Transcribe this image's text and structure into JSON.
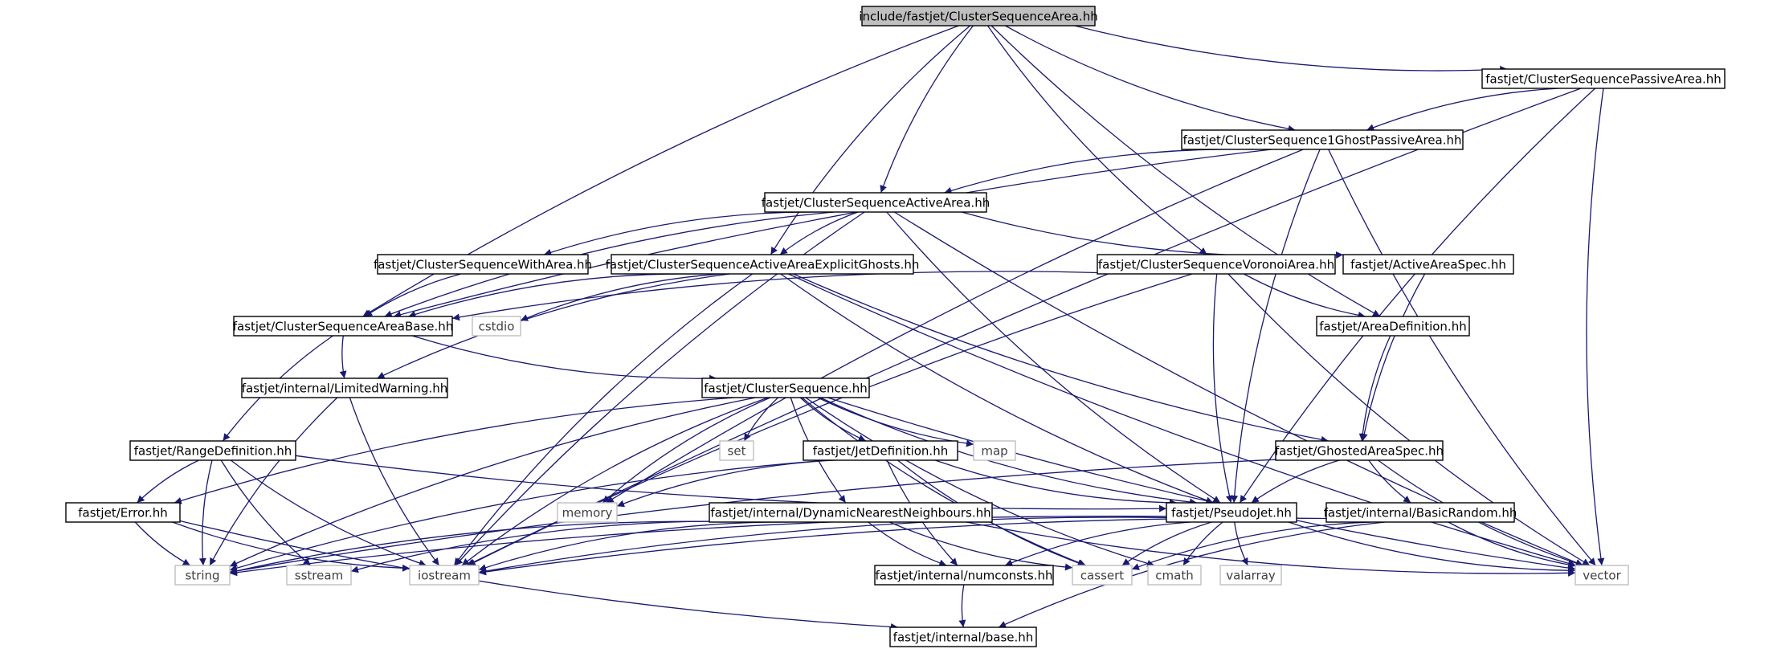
{
  "graph": {
    "colors": {
      "edge": "#191970",
      "root_fill": "#bfbfbf",
      "header_stroke": "#000000",
      "system_stroke": "#bfbfbf",
      "system_text": "#404040",
      "text": "#000000"
    },
    "nodes": [
      {
        "id": "csa",
        "label": "include/fastjet/ClusterSequenceArea.hh",
        "kind": "root"
      },
      {
        "id": "cspassive",
        "label": "fastjet/ClusterSequencePassiveArea.hh",
        "kind": "header"
      },
      {
        "id": "cs1ghost",
        "label": "fastjet/ClusterSequence1GhostPassiveArea.hh",
        "kind": "header"
      },
      {
        "id": "csactive",
        "label": "fastjet/ClusterSequenceActiveArea.hh",
        "kind": "header"
      },
      {
        "id": "cswitharea",
        "label": "fastjet/ClusterSequenceWithArea.hh",
        "kind": "header"
      },
      {
        "id": "csexplicit",
        "label": "fastjet/ClusterSequenceActiveAreaExplicitGhosts.hh",
        "kind": "header"
      },
      {
        "id": "csvoronoi",
        "label": "fastjet/ClusterSequenceVoronoiArea.hh",
        "kind": "header"
      },
      {
        "id": "activespec",
        "label": "fastjet/ActiveAreaSpec.hh",
        "kind": "header"
      },
      {
        "id": "csareabase",
        "label": "fastjet/ClusterSequenceAreaBase.hh",
        "kind": "header"
      },
      {
        "id": "cstdio",
        "label": "cstdio",
        "kind": "system"
      },
      {
        "id": "areadef",
        "label": "fastjet/AreaDefinition.hh",
        "kind": "header"
      },
      {
        "id": "limitedwarning",
        "label": "fastjet/internal/LimitedWarning.hh",
        "kind": "header"
      },
      {
        "id": "cs",
        "label": "fastjet/ClusterSequence.hh",
        "kind": "header"
      },
      {
        "id": "rangedef",
        "label": "fastjet/RangeDefinition.hh",
        "kind": "header"
      },
      {
        "id": "set",
        "label": "set",
        "kind": "system"
      },
      {
        "id": "jetdef",
        "label": "fastjet/JetDefinition.hh",
        "kind": "header"
      },
      {
        "id": "map",
        "label": "map",
        "kind": "system"
      },
      {
        "id": "ghostedspec",
        "label": "fastjet/GhostedAreaSpec.hh",
        "kind": "header"
      },
      {
        "id": "error",
        "label": "fastjet/Error.hh",
        "kind": "header"
      },
      {
        "id": "memory",
        "label": "memory",
        "kind": "system"
      },
      {
        "id": "dnn",
        "label": "fastjet/internal/DynamicNearestNeighbours.hh",
        "kind": "header"
      },
      {
        "id": "pseudojet",
        "label": "fastjet/PseudoJet.hh",
        "kind": "header"
      },
      {
        "id": "basicrandom",
        "label": "fastjet/internal/BasicRandom.hh",
        "kind": "header"
      },
      {
        "id": "string",
        "label": "string",
        "kind": "system"
      },
      {
        "id": "sstream",
        "label": "sstream",
        "kind": "system"
      },
      {
        "id": "iostream",
        "label": "iostream",
        "kind": "system"
      },
      {
        "id": "numconsts",
        "label": "fastjet/internal/numconsts.hh",
        "kind": "header"
      },
      {
        "id": "cassert",
        "label": "cassert",
        "kind": "system"
      },
      {
        "id": "cmath",
        "label": "cmath",
        "kind": "system"
      },
      {
        "id": "valarray",
        "label": "valarray",
        "kind": "system"
      },
      {
        "id": "vector",
        "label": "vector",
        "kind": "system"
      },
      {
        "id": "base",
        "label": "fastjet/internal/base.hh",
        "kind": "header"
      }
    ],
    "edges": [
      [
        "csa",
        "cspassive"
      ],
      [
        "csa",
        "cs1ghost"
      ],
      [
        "csa",
        "csactive"
      ],
      [
        "csa",
        "csexplicit"
      ],
      [
        "csa",
        "csvoronoi"
      ],
      [
        "csa",
        "csareabase"
      ],
      [
        "csa",
        "areadef"
      ],
      [
        "cspassive",
        "cs1ghost"
      ],
      [
        "cspassive",
        "pseudojet"
      ],
      [
        "cspassive",
        "vector"
      ],
      [
        "cspassive",
        "iostream"
      ],
      [
        "cs1ghost",
        "csactive"
      ],
      [
        "cs1ghost",
        "csareabase"
      ],
      [
        "cs1ghost",
        "pseudojet"
      ],
      [
        "cs1ghost",
        "vector"
      ],
      [
        "cs1ghost",
        "memory"
      ],
      [
        "csactive",
        "cswitharea"
      ],
      [
        "csactive",
        "csexplicit"
      ],
      [
        "csactive",
        "activespec"
      ],
      [
        "csactive",
        "csareabase"
      ],
      [
        "csactive",
        "pseudojet"
      ],
      [
        "csactive",
        "vector"
      ],
      [
        "csactive",
        "iostream"
      ],
      [
        "cswitharea",
        "csareabase"
      ],
      [
        "csexplicit",
        "csareabase"
      ],
      [
        "csexplicit",
        "cstdio"
      ],
      [
        "csexplicit",
        "limitedwarning"
      ],
      [
        "csexplicit",
        "ghostedspec"
      ],
      [
        "csexplicit",
        "pseudojet"
      ],
      [
        "csexplicit",
        "vector"
      ],
      [
        "csexplicit",
        "iostream"
      ],
      [
        "csvoronoi",
        "csareabase"
      ],
      [
        "csvoronoi",
        "areadef"
      ],
      [
        "csvoronoi",
        "pseudojet"
      ],
      [
        "csvoronoi",
        "vector"
      ],
      [
        "csvoronoi",
        "iostream"
      ],
      [
        "activespec",
        "ghostedspec"
      ],
      [
        "csareabase",
        "cs"
      ],
      [
        "csareabase",
        "limitedwarning"
      ],
      [
        "csareabase",
        "rangedef"
      ],
      [
        "areadef",
        "ghostedspec"
      ],
      [
        "limitedwarning",
        "iostream"
      ],
      [
        "limitedwarning",
        "string"
      ],
      [
        "cs",
        "set"
      ],
      [
        "cs",
        "map"
      ],
      [
        "cs",
        "jetdef"
      ],
      [
        "cs",
        "dnn"
      ],
      [
        "cs",
        "pseudojet"
      ],
      [
        "cs",
        "error"
      ],
      [
        "cs",
        "memory"
      ],
      [
        "cs",
        "string"
      ],
      [
        "cs",
        "iostream"
      ],
      [
        "cs",
        "cassert"
      ],
      [
        "cs",
        "cmath"
      ],
      [
        "cs",
        "vector"
      ],
      [
        "rangedef",
        "pseudojet"
      ],
      [
        "rangedef",
        "error"
      ],
      [
        "rangedef",
        "string"
      ],
      [
        "rangedef",
        "sstream"
      ],
      [
        "rangedef",
        "iostream"
      ],
      [
        "jetdef",
        "pseudojet"
      ],
      [
        "jetdef",
        "string"
      ],
      [
        "jetdef",
        "memory"
      ],
      [
        "jetdef",
        "cassert"
      ],
      [
        "jetdef",
        "numconsts"
      ],
      [
        "ghostedspec",
        "pseudojet"
      ],
      [
        "ghostedspec",
        "basicrandom"
      ],
      [
        "ghostedspec",
        "vector"
      ],
      [
        "ghostedspec",
        "string"
      ],
      [
        "error",
        "string"
      ],
      [
        "error",
        "iostream"
      ],
      [
        "error",
        "base"
      ],
      [
        "dnn",
        "numconsts"
      ],
      [
        "dnn",
        "string"
      ],
      [
        "dnn",
        "iostream"
      ],
      [
        "dnn",
        "sstream"
      ],
      [
        "dnn",
        "cassert"
      ],
      [
        "dnn",
        "vector"
      ],
      [
        "pseudojet",
        "numconsts"
      ],
      [
        "pseudojet",
        "cassert"
      ],
      [
        "pseudojet",
        "cmath"
      ],
      [
        "pseudojet",
        "valarray"
      ],
      [
        "pseudojet",
        "vector"
      ],
      [
        "pseudojet",
        "iostream"
      ],
      [
        "pseudojet",
        "string"
      ],
      [
        "basicrandom",
        "cassert"
      ],
      [
        "basicrandom",
        "vector"
      ],
      [
        "basicrandom",
        "iostream"
      ],
      [
        "basicrandom",
        "base"
      ],
      [
        "numconsts",
        "base"
      ]
    ]
  }
}
